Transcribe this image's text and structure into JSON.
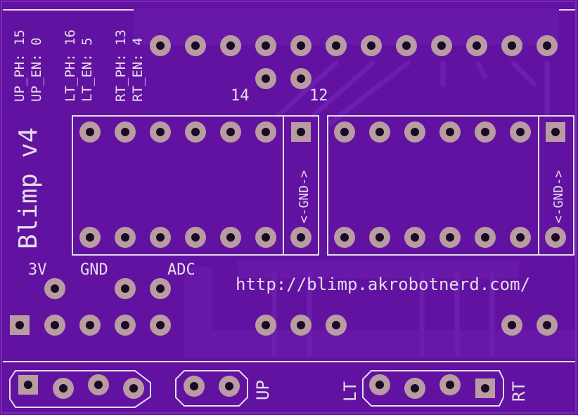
{
  "board": {
    "title": "Blimp v4",
    "url": "http://blimp.akrobotnerd.com/",
    "gnd_label": "<-GND->",
    "pin_labels": {
      "up_ph": "UP_PH: 15",
      "up_en": "UP_EN: 0",
      "lt_ph": "LT_PH: 16",
      "lt_en": "LT_EN: 5",
      "rt_ph": "RT_PH: 13",
      "rt_en": "RT_EN: 4"
    },
    "pad_labels": {
      "p14": "14",
      "p12": "12",
      "v3": "3V",
      "gnd": "GND",
      "adc": "ADC"
    },
    "connector_labels": {
      "up": "UP",
      "lt": "LT",
      "rt": "RT"
    },
    "colors": {
      "background": "#ffffff",
      "board": "#6212a0",
      "board_dark": "#5a1098",
      "trace": "#6a1aab",
      "copper": "#b89ca2",
      "silkscreen": "#e4dcea",
      "drill": "#1a0a24"
    }
  }
}
